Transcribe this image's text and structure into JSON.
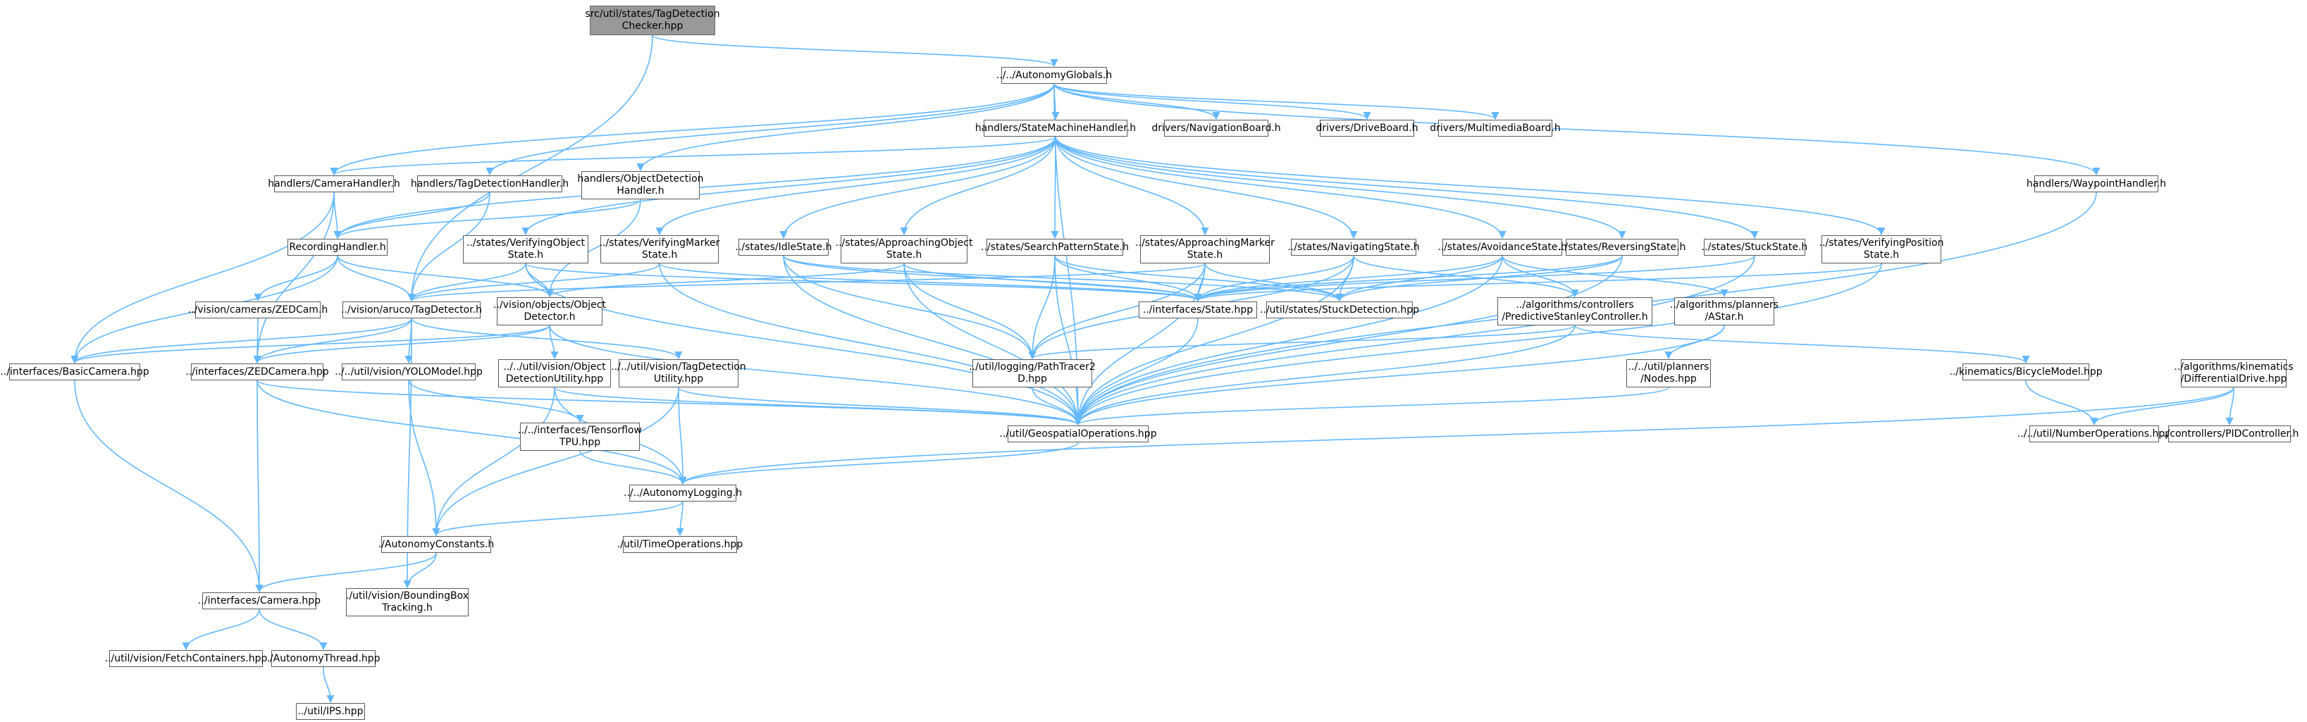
{
  "colors": {
    "edge": "#63b8ff",
    "node_border": "#666666",
    "node_fill": "#ffffff",
    "root_fill": "#999999"
  },
  "nodes": [
    {
      "id": "n0",
      "label": "src/util/states/TagDetection\nChecker.hpp",
      "root": true
    },
    {
      "id": "n1",
      "label": "../../AutonomyGlobals.h"
    },
    {
      "id": "n2",
      "label": "handlers/StateMachineHandler.h"
    },
    {
      "id": "n3",
      "label": "drivers/NavigationBoard.h"
    },
    {
      "id": "n4",
      "label": "drivers/DriveBoard.h"
    },
    {
      "id": "n5",
      "label": "drivers/MultimediaBoard.h"
    },
    {
      "id": "n6",
      "label": "handlers/CameraHandler.h"
    },
    {
      "id": "n7",
      "label": "handlers/TagDetectionHandler.h"
    },
    {
      "id": "n8",
      "label": "handlers/ObjectDetection\nHandler.h"
    },
    {
      "id": "n9",
      "label": "handlers/WaypointHandler.h"
    },
    {
      "id": "n10",
      "label": "RecordingHandler.h"
    },
    {
      "id": "n11",
      "label": "../states/VerifyingObject\nState.h"
    },
    {
      "id": "n12",
      "label": "../states/VerifyingMarker\nState.h"
    },
    {
      "id": "n13",
      "label": "../states/IdleState.h"
    },
    {
      "id": "n14",
      "label": "../states/ApproachingObject\nState.h"
    },
    {
      "id": "n15",
      "label": "../states/SearchPatternState.h"
    },
    {
      "id": "n16",
      "label": "../states/ApproachingMarker\nState.h"
    },
    {
      "id": "n17",
      "label": "../states/NavigatingState.h"
    },
    {
      "id": "n18",
      "label": "../states/AvoidanceState.h"
    },
    {
      "id": "n19",
      "label": "../states/ReversingState.h"
    },
    {
      "id": "n20",
      "label": "../states/StuckState.h"
    },
    {
      "id": "n21",
      "label": "../states/VerifyingPosition\nState.h"
    },
    {
      "id": "n22",
      "label": "../vision/cameras/ZEDCam.h"
    },
    {
      "id": "n23",
      "label": "../vision/aruco/TagDetector.h"
    },
    {
      "id": "n24",
      "label": "../vision/objects/Object\nDetector.h"
    },
    {
      "id": "n25",
      "label": "../interfaces/State.hpp"
    },
    {
      "id": "n26",
      "label": "../util/states/StuckDetection.hpp"
    },
    {
      "id": "n27",
      "label": "../algorithms/controllers\n/PredictiveStanleyController.h"
    },
    {
      "id": "n28",
      "label": "../algorithms/planners\n/AStar.h"
    },
    {
      "id": "n29",
      "label": "../interfaces/BasicCamera.hpp"
    },
    {
      "id": "n30",
      "label": "../interfaces/ZEDCamera.hpp"
    },
    {
      "id": "n31",
      "label": "../../util/vision/YOLOModel.hpp"
    },
    {
      "id": "n32",
      "label": "../../util/vision/Object\nDetectionUtility.hpp"
    },
    {
      "id": "n33",
      "label": "../../util/vision/TagDetection\nUtility.hpp"
    },
    {
      "id": "n34",
      "label": "../util/logging/PathTracer2\nD.hpp"
    },
    {
      "id": "n35",
      "label": "../../util/planners\n/Nodes.hpp"
    },
    {
      "id": "n36",
      "label": "../kinematics/BicycleModel.hpp"
    },
    {
      "id": "n37",
      "label": "../algorithms/kinematics\n/DifferentialDrive.hpp"
    },
    {
      "id": "n38",
      "label": "../../interfaces/Tensorflow\nTPU.hpp"
    },
    {
      "id": "n39",
      "label": "../util/GeospatialOperations.hpp"
    },
    {
      "id": "n40",
      "label": "../../util/NumberOperations.hpp"
    },
    {
      "id": "n41",
      "label": "../controllers/PIDController.h"
    },
    {
      "id": "n42",
      "label": "../../AutonomyLogging.h"
    },
    {
      "id": "n43",
      "label": "./util/TimeOperations.hpp"
    },
    {
      "id": "n44",
      "label": "./AutonomyConstants.h"
    },
    {
      "id": "n45",
      "label": "./util/vision/BoundingBox\nTracking.h"
    },
    {
      "id": "n46",
      "label": "../interfaces/Camera.hpp"
    },
    {
      "id": "n47",
      "label": "../util/vision/FetchContainers.hpp"
    },
    {
      "id": "n48",
      "label": "./AutonomyThread.hpp"
    },
    {
      "id": "n49",
      "label": "../util/IPS.hpp"
    }
  ],
  "edges": [
    [
      "n0",
      "n1"
    ],
    [
      "n0",
      "n23"
    ],
    [
      "n1",
      "n2"
    ],
    [
      "n1",
      "n3"
    ],
    [
      "n1",
      "n4"
    ],
    [
      "n1",
      "n5"
    ],
    [
      "n1",
      "n6"
    ],
    [
      "n1",
      "n7"
    ],
    [
      "n1",
      "n8"
    ],
    [
      "n1",
      "n9"
    ],
    [
      "n1",
      "n39"
    ],
    [
      "n2",
      "n6"
    ],
    [
      "n2",
      "n11"
    ],
    [
      "n2",
      "n12"
    ],
    [
      "n2",
      "n13"
    ],
    [
      "n2",
      "n14"
    ],
    [
      "n2",
      "n15"
    ],
    [
      "n2",
      "n16"
    ],
    [
      "n2",
      "n17"
    ],
    [
      "n2",
      "n18"
    ],
    [
      "n2",
      "n19"
    ],
    [
      "n2",
      "n20"
    ],
    [
      "n2",
      "n21"
    ],
    [
      "n2",
      "n10"
    ],
    [
      "n6",
      "n10"
    ],
    [
      "n6",
      "n29"
    ],
    [
      "n6",
      "n30"
    ],
    [
      "n7",
      "n10"
    ],
    [
      "n7",
      "n23"
    ],
    [
      "n8",
      "n10"
    ],
    [
      "n8",
      "n24"
    ],
    [
      "n9",
      "n39"
    ],
    [
      "n10",
      "n22"
    ],
    [
      "n10",
      "n23"
    ],
    [
      "n10",
      "n24"
    ],
    [
      "n10",
      "n29"
    ],
    [
      "n11",
      "n23"
    ],
    [
      "n11",
      "n24"
    ],
    [
      "n11",
      "n25"
    ],
    [
      "n11",
      "n39"
    ],
    [
      "n12",
      "n23"
    ],
    [
      "n12",
      "n25"
    ],
    [
      "n12",
      "n39"
    ],
    [
      "n13",
      "n25"
    ],
    [
      "n13",
      "n26"
    ],
    [
      "n13",
      "n34"
    ],
    [
      "n13",
      "n39"
    ],
    [
      "n14",
      "n24"
    ],
    [
      "n14",
      "n25"
    ],
    [
      "n14",
      "n34"
    ],
    [
      "n14",
      "n39"
    ],
    [
      "n15",
      "n25"
    ],
    [
      "n15",
      "n26"
    ],
    [
      "n15",
      "n34"
    ],
    [
      "n15",
      "n39"
    ],
    [
      "n16",
      "n23"
    ],
    [
      "n16",
      "n25"
    ],
    [
      "n16",
      "n26"
    ],
    [
      "n16",
      "n34"
    ],
    [
      "n16",
      "n39"
    ],
    [
      "n17",
      "n25"
    ],
    [
      "n17",
      "n26"
    ],
    [
      "n17",
      "n27"
    ],
    [
      "n17",
      "n34"
    ],
    [
      "n17",
      "n39"
    ],
    [
      "n18",
      "n25"
    ],
    [
      "n18",
      "n26"
    ],
    [
      "n18",
      "n27"
    ],
    [
      "n18",
      "n28"
    ],
    [
      "n18",
      "n39"
    ],
    [
      "n19",
      "n25"
    ],
    [
      "n19",
      "n26"
    ],
    [
      "n19",
      "n39"
    ],
    [
      "n20",
      "n25"
    ],
    [
      "n20",
      "n39"
    ],
    [
      "n21",
      "n25"
    ],
    [
      "n21",
      "n39"
    ],
    [
      "n22",
      "n30"
    ],
    [
      "n23",
      "n29"
    ],
    [
      "n23",
      "n30"
    ],
    [
      "n23",
      "n31"
    ],
    [
      "n23",
      "n33"
    ],
    [
      "n23",
      "n45"
    ],
    [
      "n24",
      "n29"
    ],
    [
      "n24",
      "n30"
    ],
    [
      "n24",
      "n32"
    ],
    [
      "n24",
      "n39"
    ],
    [
      "n25",
      "n39"
    ],
    [
      "n27",
      "n36"
    ],
    [
      "n27",
      "n34"
    ],
    [
      "n27",
      "n39"
    ],
    [
      "n28",
      "n35"
    ],
    [
      "n28",
      "n39"
    ],
    [
      "n29",
      "n46"
    ],
    [
      "n30",
      "n46"
    ],
    [
      "n30",
      "n39"
    ],
    [
      "n30",
      "n42"
    ],
    [
      "n31",
      "n38"
    ],
    [
      "n31",
      "n44"
    ],
    [
      "n32",
      "n44"
    ],
    [
      "n32",
      "n42"
    ],
    [
      "n32",
      "n39"
    ],
    [
      "n33",
      "n44"
    ],
    [
      "n33",
      "n42"
    ],
    [
      "n33",
      "n39"
    ],
    [
      "n34",
      "n39"
    ],
    [
      "n35",
      "n39"
    ],
    [
      "n36",
      "n40"
    ],
    [
      "n37",
      "n40"
    ],
    [
      "n37",
      "n41"
    ],
    [
      "n37",
      "n42"
    ],
    [
      "n38",
      "n42"
    ],
    [
      "n39",
      "n42"
    ],
    [
      "n42",
      "n43"
    ],
    [
      "n42",
      "n44"
    ],
    [
      "n44",
      "n45"
    ],
    [
      "n44",
      "n46"
    ],
    [
      "n46",
      "n47"
    ],
    [
      "n46",
      "n48"
    ],
    [
      "n48",
      "n49"
    ]
  ]
}
